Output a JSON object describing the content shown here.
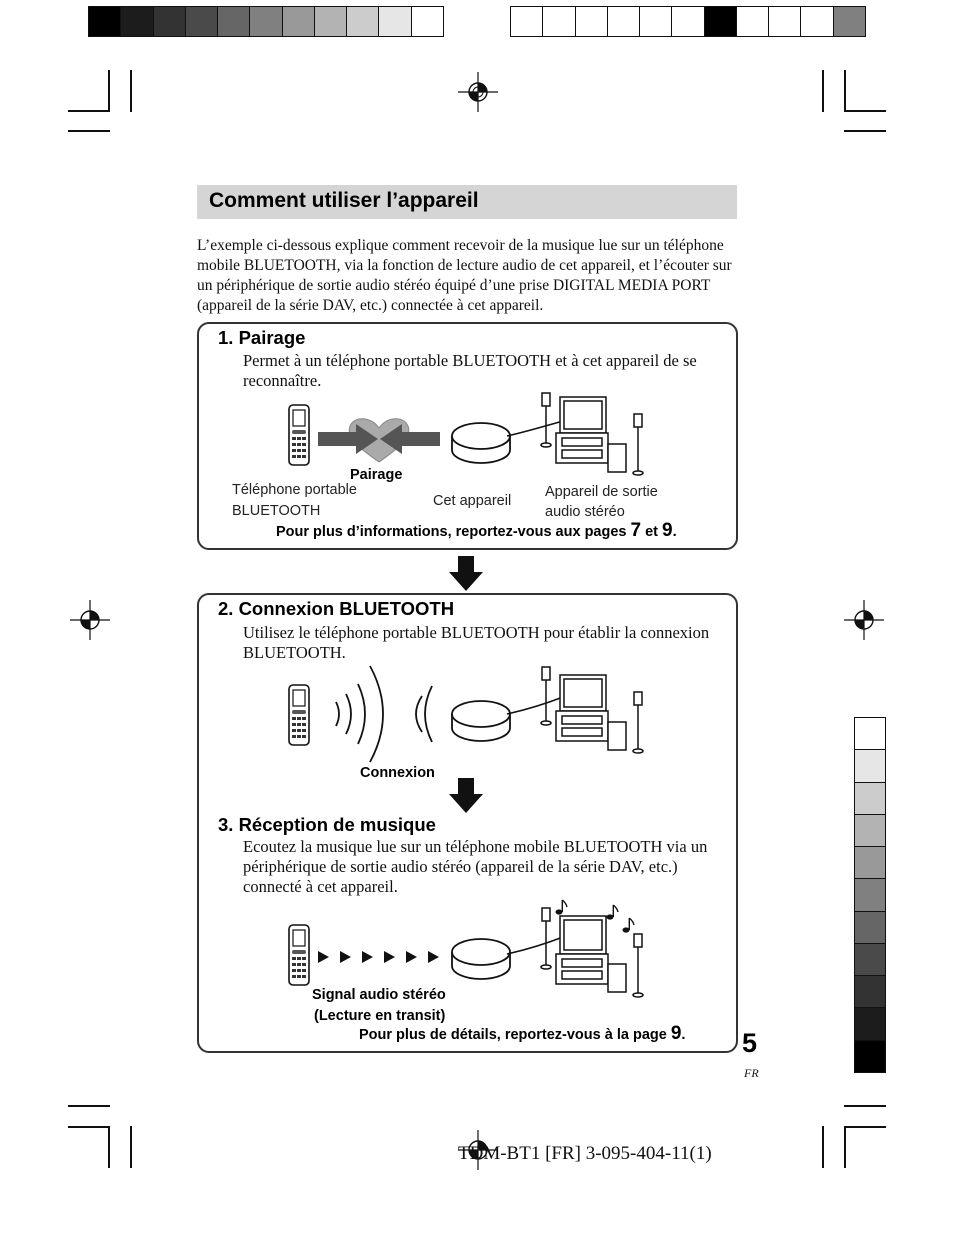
{
  "registration": {
    "top_left_bar": [
      "#000000",
      "#1c1c1c",
      "#333333",
      "#4a4a4a",
      "#666666",
      "#808080",
      "#999999",
      "#b3b3b3",
      "#cccccc",
      "#e6e6e6",
      "#ffffff"
    ],
    "top_right_bar": [
      "#ffffff",
      "#ffffff",
      "#ffffff",
      "#ffffff",
      "#ffffff",
      "#ffffff",
      "#000000",
      "#ffffff",
      "#ffffff",
      "#ffffff",
      "#808080"
    ],
    "side_strip": [
      "#ffffff",
      "#e6e6e6",
      "#cccccc",
      "#b3b3b3",
      "#999999",
      "#808080",
      "#666666",
      "#4a4a4a",
      "#333333",
      "#1c1c1c",
      "#000000"
    ]
  },
  "section": {
    "title": "Comment utiliser l’appareil"
  },
  "intro": "L’exemple ci-dessous explique comment recevoir de la musique lue sur un téléphone mobile BLUETOOTH, via la fonction de lecture audio de cet appareil, et l’écouter sur un périphérique de sortie audio stéréo équipé d’une prise DIGITAL MEDIA PORT (appareil de la série DAV, etc.) connectée à cet appareil.",
  "step1": {
    "title": "1. Pairage",
    "desc": "Permet à un téléphone portable BLUETOOTH et à cet appareil de se reconnaître.",
    "action_label": "Pairage",
    "phone_label_1": "Téléphone portable",
    "phone_label_2": "BLUETOOTH",
    "device_label": "Cet appareil",
    "output_label_1": "Appareil de sortie",
    "output_label_2": "audio stéréo",
    "note_prefix": "Pour plus d’informations, reportez-vous aux pages ",
    "note_page_a": "7",
    "note_mid": " et ",
    "note_page_b": "9",
    "note_suffix": "."
  },
  "step2": {
    "title": "2. Connexion BLUETOOTH",
    "desc": "Utilisez le téléphone portable BLUETOOTH pour établir la connexion BLUETOOTH.",
    "action_label": "Connexion"
  },
  "step3": {
    "title": "3. Réception de musique",
    "desc": "Ecoutez la musique lue sur un téléphone mobile BLUETOOTH via un périphérique de sortie audio stéréo (appareil de la série DAV, etc.) connecté à cet appareil.",
    "signal_label_1": "Signal audio stéréo",
    "signal_label_2": "(Lecture en transit)",
    "note_prefix": "Pour plus de détails, reportez-vous à la page ",
    "note_page": "9",
    "note_suffix": "."
  },
  "page": {
    "number": "5",
    "lang": "FR"
  },
  "footer": "TDM-BT1 [FR] 3-095-404-11(1)"
}
